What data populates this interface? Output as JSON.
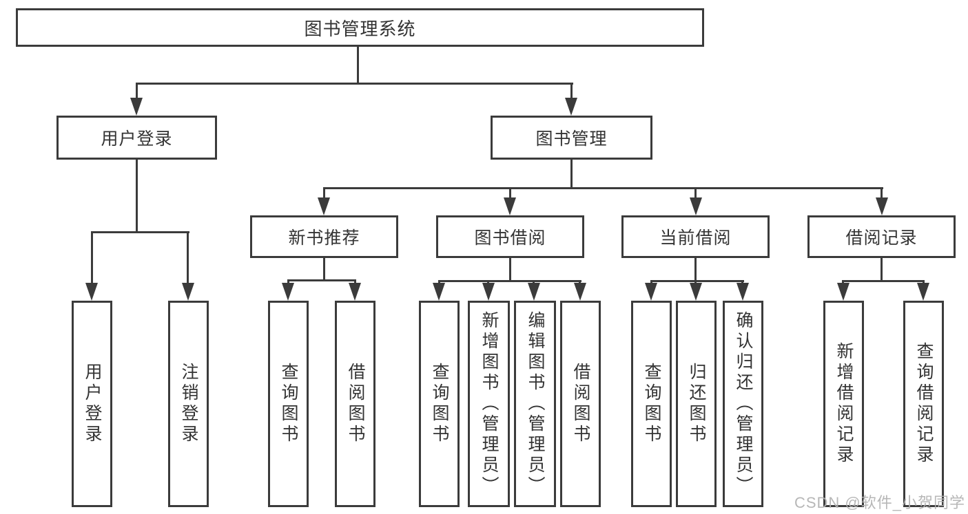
{
  "diagram": {
    "type": "tree",
    "tree": {
      "label": "图书管理系统",
      "children": [
        {
          "label": "用户登录",
          "children": [
            {
              "label": "用户登录"
            },
            {
              "label": "注销登录"
            }
          ]
        },
        {
          "label": "图书管理",
          "children": [
            {
              "label": "新书推荐",
              "children": [
                {
                  "label": "查询图书"
                },
                {
                  "label": "借阅图书"
                }
              ]
            },
            {
              "label": "图书借阅",
              "children": [
                {
                  "label": "查询图书"
                },
                {
                  "label": "新增图书（管理员）"
                },
                {
                  "label": "编辑图书（管理员）"
                },
                {
                  "label": "借阅图书"
                }
              ]
            },
            {
              "label": "当前借阅",
              "children": [
                {
                  "label": "查询图书"
                },
                {
                  "label": "归还图书"
                },
                {
                  "label": "确认归还（管理员）"
                }
              ]
            },
            {
              "label": "借阅记录",
              "children": [
                {
                  "label": "新增借阅记录"
                },
                {
                  "label": "查询借阅记录"
                }
              ]
            }
          ]
        }
      ]
    }
  },
  "watermark": {
    "text": "CSDN @软件_小贺同学"
  },
  "colors": {
    "line": "#3b3b3b",
    "text": "#333333",
    "background": "#ffffff",
    "watermark": "#b1b1b1"
  }
}
